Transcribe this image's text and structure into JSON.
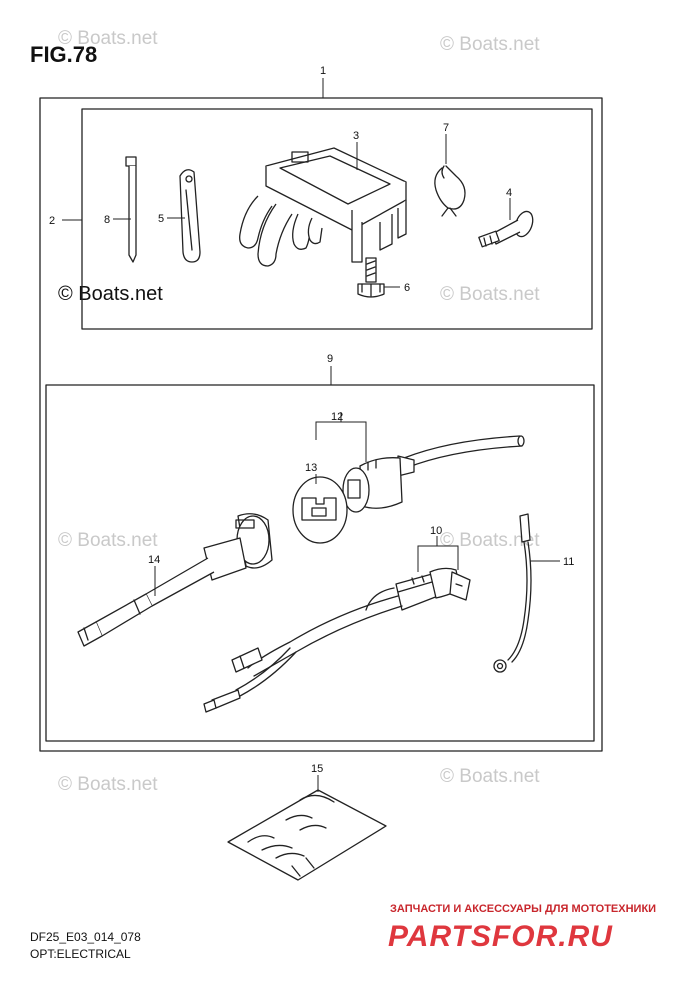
{
  "figure": {
    "title": "FIG.78",
    "code": "DF25_E03_014_078",
    "subtitle": "OPT:ELECTRICAL"
  },
  "callouts": {
    "c1": "1",
    "c2": "2",
    "c3": "3",
    "c4": "4",
    "c5": "5",
    "c6": "6",
    "c7": "7",
    "c8": "8",
    "c9": "9",
    "c10": "10",
    "c11": "11",
    "c12": "12",
    "c13": "13",
    "c14": "14",
    "c15": "15"
  },
  "watermarks": {
    "boats": "© Boats.net",
    "parts_caption": "ЗАПЧАСТИ И АКСЕССУАРЫ ДЛЯ МОТОТЕХНИКИ",
    "parts_logo": "PARTSFOR.RU"
  },
  "colors": {
    "line": "#222222",
    "watermark_gray": "#c9c9c9",
    "logo_red": "#d9141c",
    "caption_red": "#c8262c"
  }
}
